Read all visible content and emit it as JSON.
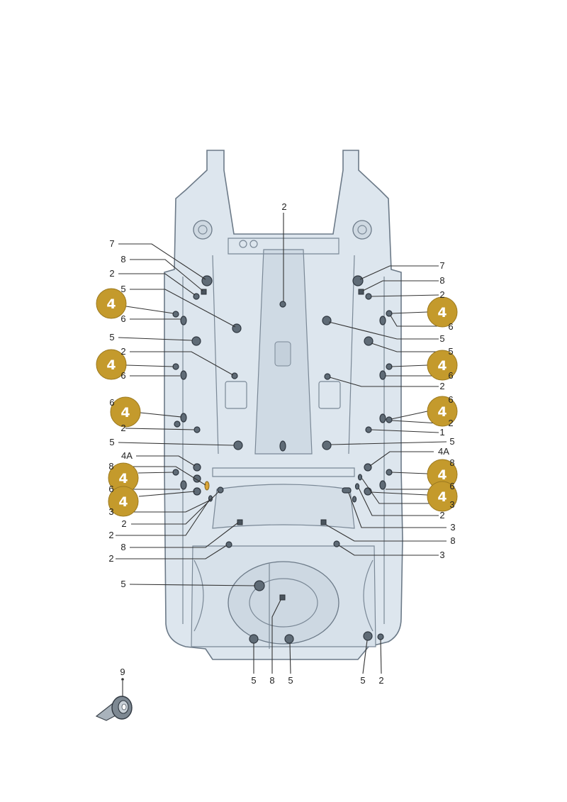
{
  "diagram": {
    "callouts": [
      {
        "text": "7"
      },
      {
        "text": "8"
      },
      {
        "text": "2"
      },
      {
        "text": "5"
      },
      {
        "text": "6"
      },
      {
        "text": "5"
      },
      {
        "text": "2"
      },
      {
        "text": "6"
      },
      {
        "text": "6"
      },
      {
        "text": "2"
      },
      {
        "text": "5"
      },
      {
        "text": "4A"
      },
      {
        "text": "8"
      },
      {
        "text": "6"
      },
      {
        "text": "3"
      },
      {
        "text": "2"
      },
      {
        "text": "2"
      },
      {
        "text": "8"
      },
      {
        "text": "2"
      },
      {
        "text": "5"
      },
      {
        "text": "7"
      },
      {
        "text": "8"
      },
      {
        "text": "2"
      },
      {
        "text": "6"
      },
      {
        "text": "5"
      },
      {
        "text": "5"
      },
      {
        "text": "6"
      },
      {
        "text": "2"
      },
      {
        "text": "6"
      },
      {
        "text": "2"
      },
      {
        "text": "1"
      },
      {
        "text": "5"
      },
      {
        "text": "4A"
      },
      {
        "text": "8"
      },
      {
        "text": "6"
      },
      {
        "text": "3"
      },
      {
        "text": "2"
      },
      {
        "text": "3"
      },
      {
        "text": "8"
      },
      {
        "text": "3"
      },
      {
        "text": "2"
      },
      {
        "text": "5"
      },
      {
        "text": "8"
      },
      {
        "text": "5"
      },
      {
        "text": "5"
      },
      {
        "text": "2"
      },
      {
        "text": "9"
      }
    ],
    "badges": [
      {
        "text": "4"
      },
      {
        "text": "4"
      },
      {
        "text": "4"
      },
      {
        "text": "4"
      },
      {
        "text": "4"
      },
      {
        "text": "4"
      },
      {
        "text": "4"
      },
      {
        "text": "4"
      },
      {
        "text": "4"
      },
      {
        "text": "4"
      }
    ],
    "colors": {
      "body_fill": "#dde6ee",
      "body_stroke": "#6c7a88",
      "badge_fill": "#c49a2c",
      "plug_fill": "#5f6b76",
      "tape_fill": "#7d8892"
    },
    "icons": [
      "adhesive-tape-roll-icon"
    ]
  }
}
